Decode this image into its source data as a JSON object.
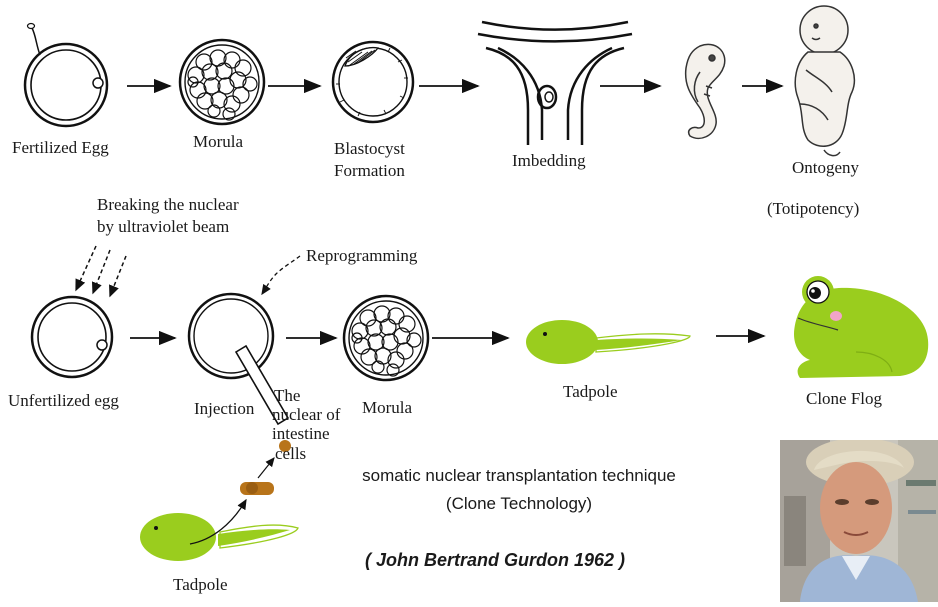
{
  "top_row": {
    "fertilized_egg": "Fertilized Egg",
    "morula": "Morula",
    "blastocyst_line1": "Blastocyst",
    "blastocyst_line2": "Formation",
    "imbedding": "Imbedding",
    "ontogeny": "Ontogeny",
    "totipotency": "(Totipotency)"
  },
  "bottom_row": {
    "uv_line1": "Breaking the nuclear",
    "uv_line2": "by ultraviolet beam",
    "reprogramming": "Reprogramming",
    "unfertilized_egg": "Unfertilized egg",
    "injection": "Injection",
    "nuclear_line1": "The",
    "nuclear_line2": "nuclear of",
    "nuclear_line3": "intestine",
    "nuclear_line4": "cells",
    "morula": "Morula",
    "tadpole": "Tadpole",
    "clone": "Clone Flog",
    "source_tadpole": "Tadpole"
  },
  "caption": {
    "line1": "somatic nuclear transplantation technique",
    "line2": "(Clone Technology)",
    "credit": "( John Bertrand Gurdon 1962 )"
  },
  "colors": {
    "tadpole_green": "#9ACD1E",
    "nucleus_brown": "#B8741A",
    "frog_cheek": "#F2A4C8"
  }
}
